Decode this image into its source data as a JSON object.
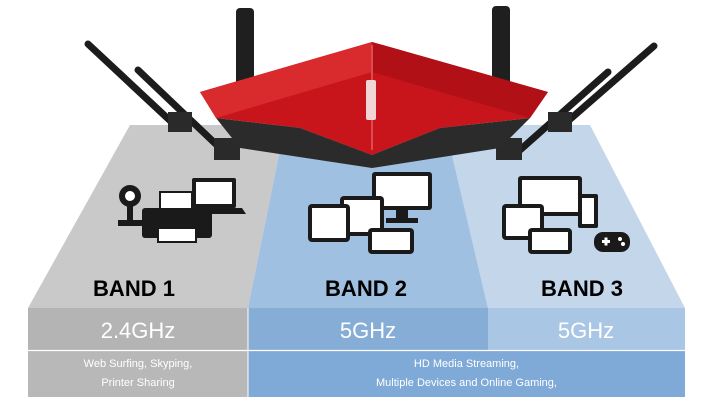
{
  "colors": {
    "band1": "#bdbdbd",
    "band2": "#8fb4d9",
    "band3": "#b5cde6",
    "router_red": "#c8151b",
    "antenna": "#1e1e1e"
  },
  "bands": [
    {
      "name": "BAND 1",
      "frequency": "2.4GHz",
      "icon": "printer-webcam-laptop-icon"
    },
    {
      "name": "BAND 2",
      "frequency": "5GHz",
      "icon": "tablets-monitor-icon"
    },
    {
      "name": "BAND 3",
      "frequency": "5GHz",
      "icon": "devices-gamepad-icon"
    }
  ],
  "descriptions": {
    "band1_line1": "Web Surfing, Skyping,",
    "band1_line2": "Printer Sharing",
    "band23_line1": "HD Media Streaming,",
    "band23_line2": "Multiple Devices and Online Gaming,"
  }
}
